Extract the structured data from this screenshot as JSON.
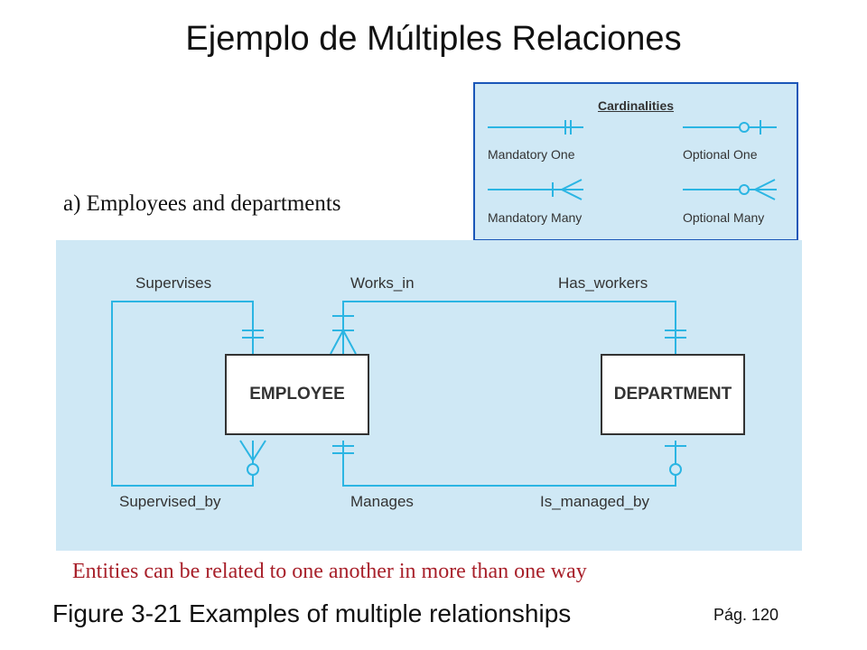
{
  "slide": {
    "title": "Ejemplo de Múltiples Relaciones",
    "subtitle": "a) Employees and departments",
    "note": "Entities can be related to one another in more than one way",
    "caption": "Figure 3-21 Examples of multiple relationships",
    "page": "Pág. 120"
  },
  "legend": {
    "title": "Cardinalities",
    "items": [
      "Mandatory One",
      "Optional One",
      "Mandatory Many",
      "Optional Many"
    ]
  },
  "diagram": {
    "entities": [
      "EMPLOYEE",
      "DEPARTMENT"
    ],
    "relationships": [
      "Supervises",
      "Supervised_by",
      "Works_in",
      "Has_workers",
      "Manages",
      "Is_managed_by"
    ]
  },
  "colors": {
    "line": "#2bb5e3",
    "panel": "#cfe8f5",
    "legend_border": "#1a56b8",
    "note": "#a8202a"
  }
}
